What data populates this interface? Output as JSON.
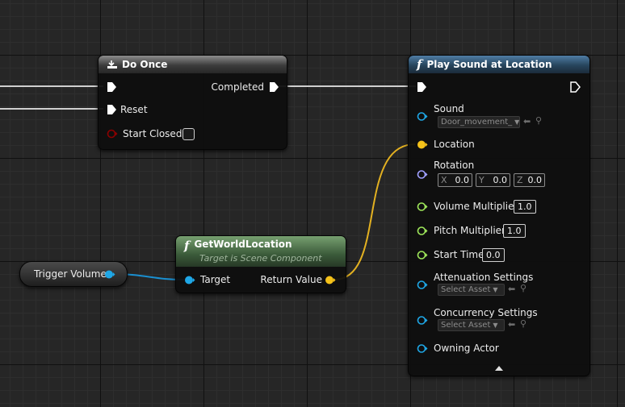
{
  "nodes": {
    "do_once": {
      "title": "Do Once",
      "completed": "Completed",
      "reset": "Reset",
      "start_closed": "Start Closed",
      "start_closed_checked": false
    },
    "get_world_location": {
      "title": "GetWorldLocation",
      "subtitle": "Target is Scene Component",
      "target": "Target",
      "return_value": "Return Value"
    },
    "trigger_volume": {
      "label": "Trigger Volume"
    },
    "play_sound": {
      "title": "Play Sound at Location",
      "sound": "Sound",
      "sound_asset": "Door_movement_",
      "location": "Location",
      "rotation": "Rotation",
      "rot_x_label": "X",
      "rot_x": "0.0",
      "rot_y_label": "Y",
      "rot_y": "0.0",
      "rot_z_label": "Z",
      "rot_z": "0.0",
      "volume_multiplier": "Volume Multiplier",
      "volume_value": "1.0",
      "pitch_multiplier": "Pitch Multiplier",
      "pitch_value": "1.0",
      "start_time": "Start Time",
      "start_time_value": "0.0",
      "attenuation_settings": "Attenuation Settings",
      "attenuation_asset": "Select Asset",
      "concurrency_settings": "Concurrency Settings",
      "concurrency_asset": "Select Asset",
      "owning_actor": "Owning Actor"
    }
  },
  "colors": {
    "exec": "#ffffff",
    "object_pin": "#1fa7e6",
    "vector_pin": "#f5c21a",
    "rotator_pin": "#a0a0ff",
    "float_pin": "#9ee65a",
    "bool_pin": "#8c0000",
    "wire_object": "#1a8fd0",
    "wire_vector": "#e3b121"
  },
  "icons": {
    "do_once": "do-once-icon",
    "function": "function-icon",
    "advanced_toggle": "chevron-up-icon"
  }
}
